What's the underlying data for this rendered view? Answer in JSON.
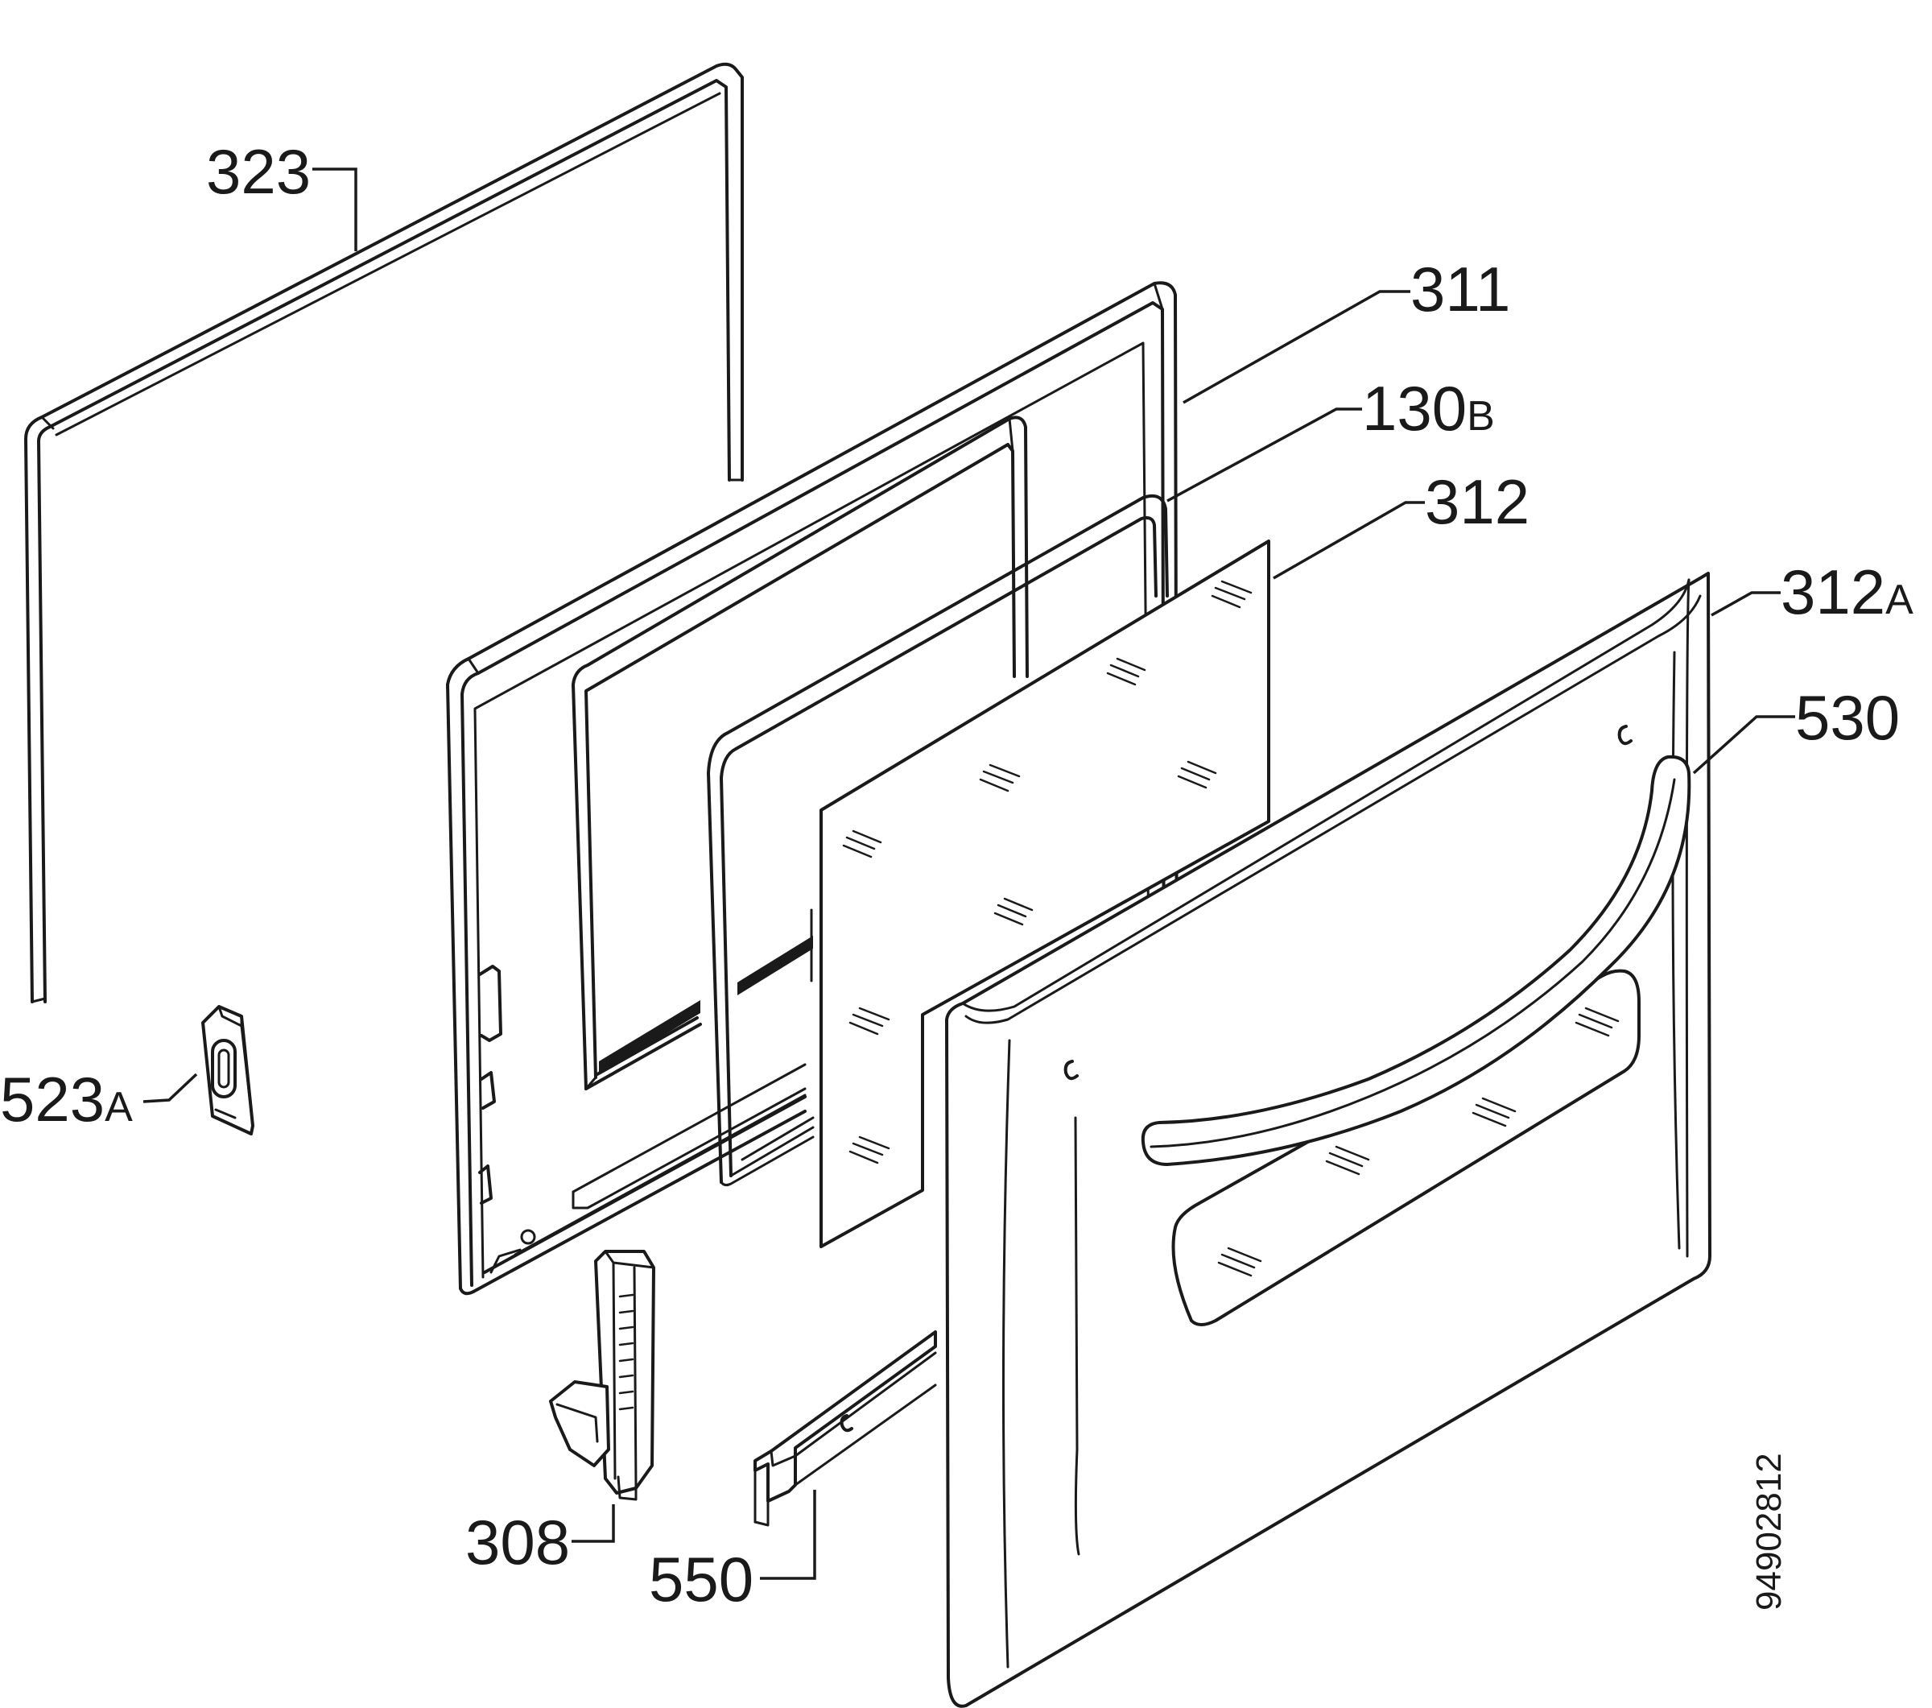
{
  "diagram": {
    "document_number": "94902812",
    "parts": [
      {
        "id": "323",
        "label": "323"
      },
      {
        "id": "311",
        "label": "311"
      },
      {
        "id": "130B",
        "label": "130",
        "suffix": "B"
      },
      {
        "id": "312",
        "label": "312"
      },
      {
        "id": "312A",
        "label": "312",
        "suffix": "A"
      },
      {
        "id": "530",
        "label": "530"
      },
      {
        "id": "523A",
        "label": "523",
        "suffix": "A"
      },
      {
        "id": "308",
        "label": "308"
      },
      {
        "id": "550",
        "label": "550"
      }
    ]
  }
}
